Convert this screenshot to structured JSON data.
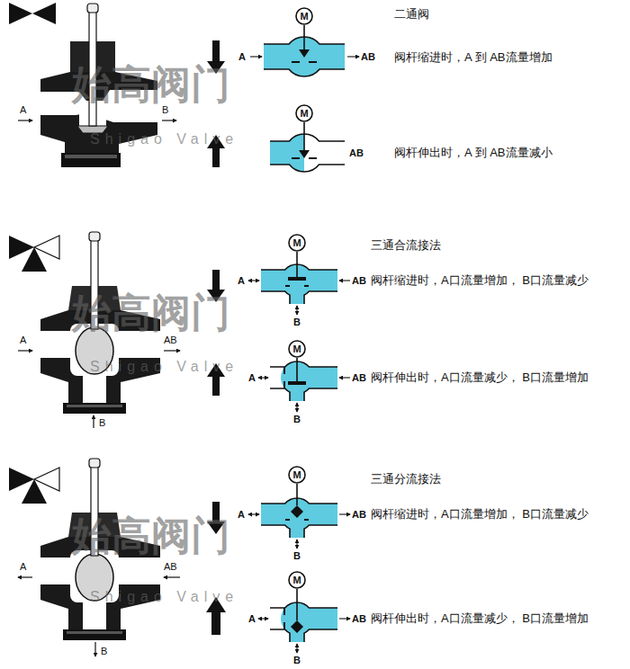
{
  "diagram": {
    "nodes": [
      {
        "text": [
          "M"
        ]
      },
      {
        "text": [
          "M"
        ]
      },
      {
        "text": [
          "M"
        ]
      },
      {
        "text": [
          "M"
        ]
      },
      {
        "text": [
          "M"
        ]
      },
      {
        "text": [
          "M"
        ]
      }
    ],
    "labels": [
      "二通阀",
      "阀杆缩进时，A 到 AB流量增加",
      "阀杆伸出时，A 到 AB流量减小",
      "A",
      "B",
      "A",
      "AB",
      "AB",
      "始高阀门",
      "Shigao Valve",
      "三通合流接法",
      "阀杆缩进时，A口流量增加， B口流量减少",
      "阀杆伸出时，A口流量减少， B口流量增加",
      "A",
      "AB",
      "B",
      "A",
      "AB",
      "B",
      "A",
      "AB",
      "B",
      "始高阀门",
      "Shigao Valve",
      "三通分流接法",
      "阀杆缩进时，A口流量增加， B口流量减少",
      "阀杆伸出时，A口流量减少， B口流量增加",
      "A",
      "AB",
      "B",
      "A",
      "AB",
      "B",
      "A",
      "AB",
      "B",
      "始高阀门",
      "Shigao Valve"
    ]
  }
}
